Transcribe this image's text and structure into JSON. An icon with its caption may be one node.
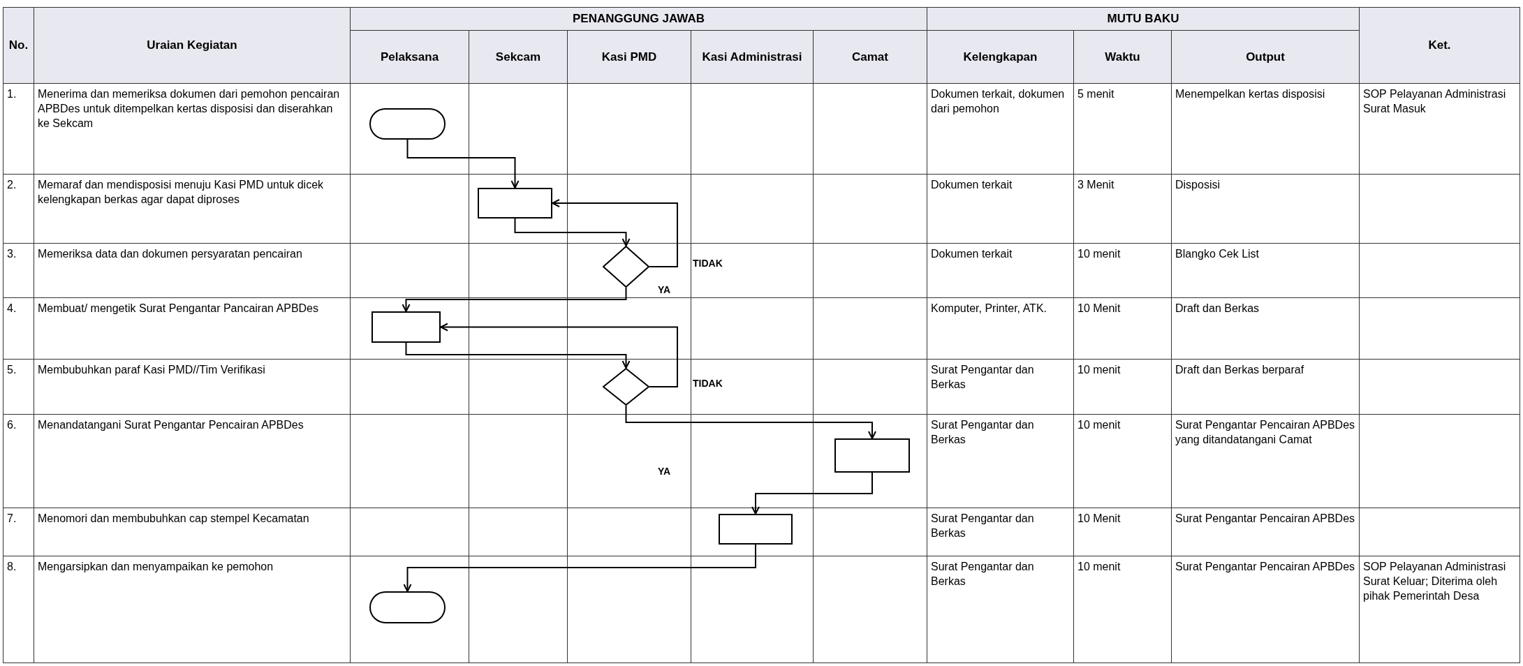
{
  "diagram": {
    "nodes": [
      {
        "text": [],
        "shape": "capsule"
      },
      {
        "text": [],
        "shape": "box"
      },
      {
        "text": [],
        "shape": "diamond"
      },
      {
        "text": [],
        "shape": "box"
      },
      {
        "text": [],
        "shape": "diamond"
      },
      {
        "text": [],
        "shape": "box"
      },
      {
        "text": [],
        "shape": "box"
      },
      {
        "text": [],
        "shape": "capsule"
      }
    ],
    "edges": [
      {
        "from": 0,
        "to": 1,
        "arrow": "to"
      },
      {
        "from": 1,
        "to": 2,
        "arrow": "to"
      },
      {
        "from": 2,
        "to": 1,
        "arrow": "to",
        "label": "TIDAK"
      },
      {
        "from": 2,
        "to": 3,
        "arrow": "to",
        "label": "YA"
      },
      {
        "from": 3,
        "to": 4,
        "arrow": "to"
      },
      {
        "from": 4,
        "to": 3,
        "arrow": "to",
        "label": "TIDAK"
      },
      {
        "from": 4,
        "to": 5,
        "arrow": "to",
        "label": "YA"
      },
      {
        "from": 5,
        "to": 6,
        "arrow": "to"
      },
      {
        "from": 6,
        "to": 7,
        "arrow": "to"
      }
    ],
    "labels": [
      "No.",
      "Uraian Kegiatan",
      "PENANGGUNG JAWAB",
      "MUTU BAKU",
      "Ket.",
      "Pelaksana",
      "Sekcam",
      "Kasi PMD",
      "Kasi Administrasi",
      "Camat",
      "Kelengkapan",
      "Waktu",
      "Output",
      "1.",
      "Menerima dan memeriksa dokumen dari pemohon pencairan APBDes untuk ditempelkan kertas disposisi dan diserahkan ke Sekcam",
      "Dokumen terkait, dokumen dari pemohon",
      "5 menit",
      "Menempelkan kertas disposisi",
      "SOP Pelayanan Administrasi Surat Masuk",
      "2.",
      "Memaraf dan mendisposisi menuju Kasi PMD untuk dicek kelengkapan berkas agar dapat diproses",
      "Dokumen terkait",
      "3 Menit",
      "Disposisi",
      "3.",
      "Memeriksa data dan dokumen persyaratan pencairan",
      "Dokumen terkait",
      "10 menit",
      "Blangko Cek List",
      "4.",
      "Membuat/ mengetik Surat Pengantar Pancairan APBDes",
      "Komputer, Printer, ATK.",
      "10 Menit",
      "Draft dan Berkas",
      "5.",
      "Membubuhkan paraf Kasi PMD//Tim Verifikasi",
      "Surat Pengantar dan Berkas",
      "10 menit",
      "Draft dan Berkas berparaf",
      "6.",
      "Menandatangani Surat Pengantar Pencairan APBDes",
      "Surat Pengantar dan Berkas",
      "10 menit",
      "Surat Pengantar Pencairan APBDes yang ditandatangani Camat",
      "7.",
      "Menomori dan membubuhkan cap stempel Kecamatan",
      "Surat Pengantar dan Berkas",
      "10 Menit",
      "Surat Pengantar Pencairan APBDes",
      "8.",
      "Mengarsipkan dan menyampaikan ke pemohon",
      "Surat Pengantar dan Berkas",
      "10 menit",
      "Surat Pengantar Pencairan APBDes",
      "SOP Pelayanan Administrasi Surat Keluar; Diterima oleh pihak Pemerintah Desa"
    ]
  }
}
